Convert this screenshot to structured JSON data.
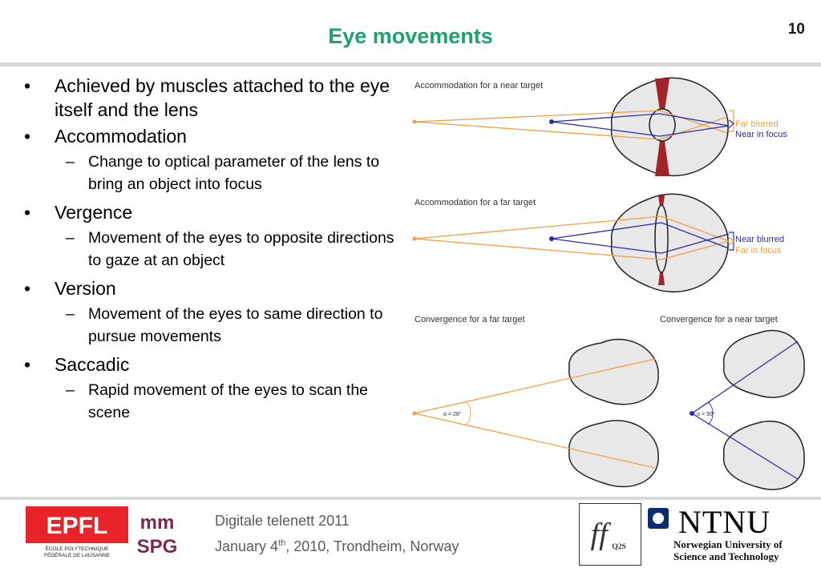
{
  "slide": {
    "title": "Eye movements",
    "page_number": "10"
  },
  "bullets": [
    {
      "text": "Achieved by muscles attached to the eye itself and the lens"
    },
    {
      "text": "Accommodation",
      "sub": "Change to optical parameter of the lens to bring an object into focus"
    },
    {
      "text": "Vergence",
      "sub": "Movement of the eyes to opposite directions to gaze at an object"
    },
    {
      "text": "Version",
      "sub": "Movement of the eyes to same direction to pursue movements"
    },
    {
      "text": "Saccadic",
      "sub": "Rapid movement of the eyes to scan the scene"
    }
  ],
  "figure": {
    "near_panel_title": "Accommodation for a near target",
    "near_label_1": "Far blurred",
    "near_label_2": "Near in focus",
    "far_panel_title": "Accommodation for a far target",
    "far_label_1": "Near blurred",
    "far_label_2": "Far in focus",
    "conv_far_title": "Convergence for a far target",
    "conv_near_title": "Convergence for a near target",
    "angle_far": "α = 28°",
    "angle_near": "α = 90°",
    "colors": {
      "orange": "#f0a040",
      "blue": "#2a2ab5",
      "lens_red": "#a3242a",
      "eye_fill": "#e8e8e8"
    }
  },
  "footer": {
    "line1": "Digitale telenett 2011",
    "line2_prefix": "January 4",
    "line2_sup": "th",
    "line2_suffix": ", 2010, Trondheim, Norway",
    "epfl_logo_text": "ÉCOLE POLYTECHNIQUE FÉDÉRALE DE LAUSANNE",
    "mmspg_logo_text": "MM SPG",
    "q2s_logo_text": "Q2S",
    "ntnu_name": "NTNU",
    "ntnu_sub": "Norwegian University of Science and Technology"
  }
}
